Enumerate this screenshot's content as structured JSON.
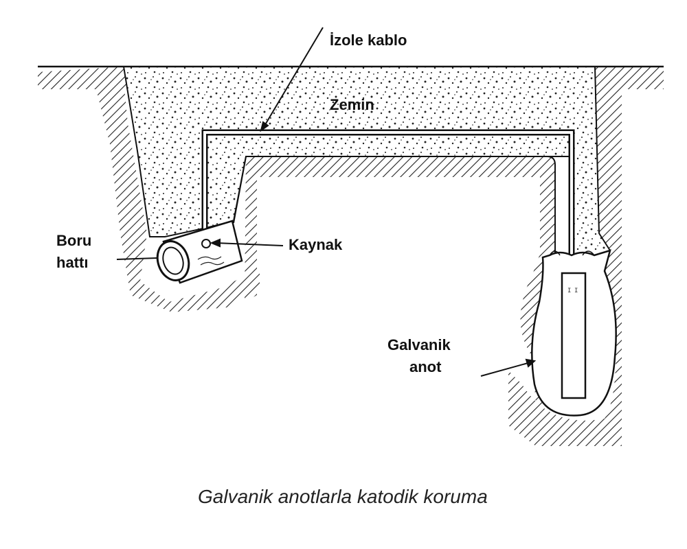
{
  "labels": {
    "cable": "İzole kablo",
    "soil": "Zemin",
    "pipe_line1": "Boru",
    "pipe_line2": "hattı",
    "weld": "Kaynak",
    "anode_line1": "Galvanik",
    "anode_line2": "anot"
  },
  "caption": "Galvanik anotlarla katodik koruma",
  "colors": {
    "ink": "#111111",
    "background": "#ffffff"
  }
}
